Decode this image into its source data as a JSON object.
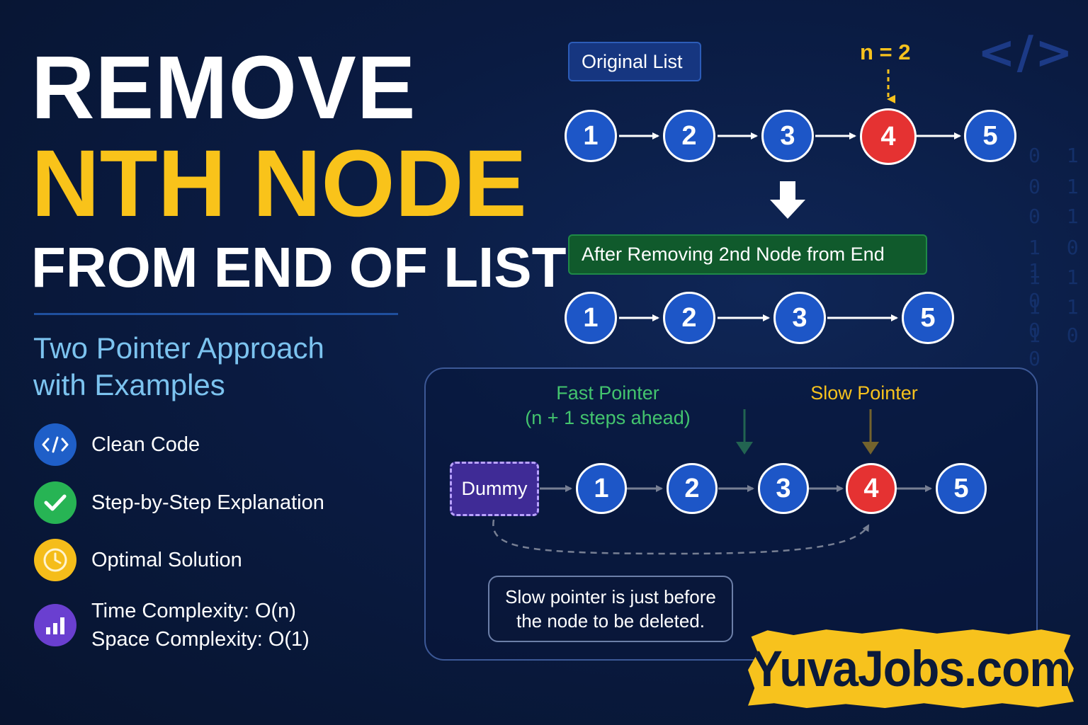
{
  "decor": {
    "code_glyph": "</>",
    "binary_rows": [
      "0 1",
      "0 1",
      "0 1",
      "1 0 1",
      "1 1 0",
      "1 1 0",
      "1 0 0"
    ]
  },
  "title": {
    "line1": "REMOVE",
    "line2": "NTH NODE",
    "line3": "FROM END OF LIST"
  },
  "subtitle": {
    "line1": "Two Pointer Approach",
    "line2": "with Examples"
  },
  "features": [
    {
      "icon": "code-icon",
      "color": "#1f5fc8",
      "lines": [
        "Clean Code"
      ]
    },
    {
      "icon": "checkmark-icon",
      "color": "#27b454",
      "lines": [
        "Step-by-Step Explanation"
      ]
    },
    {
      "icon": "clock-icon",
      "color": "#f5bd1a",
      "lines": [
        "Optimal Solution"
      ]
    },
    {
      "icon": "bar-chart-icon",
      "color": "#6a3fd0",
      "lines": [
        "Time Complexity: O(n)",
        "Space Complexity: O(1)"
      ]
    }
  ],
  "diagram": {
    "original_label": "Original List",
    "n_label": "n = 2",
    "original_nodes": [
      "1",
      "2",
      "3",
      "4",
      "5"
    ],
    "highlight_node": "4",
    "after_label": "After Removing 2nd Node from End",
    "after_nodes": [
      "1",
      "2",
      "3",
      "5"
    ]
  },
  "pointers": {
    "fast_label_line1": "Fast Pointer",
    "fast_label_line2": "(n + 1 steps ahead)",
    "slow_label": "Slow Pointer",
    "dummy_label": "Dummy",
    "nodes": [
      "1",
      "2",
      "3",
      "4",
      "5"
    ],
    "note_line1": "Slow pointer is just before",
    "note_line2": "the node to be deleted.",
    "fast_color": "#43c46e",
    "slow_color": "#f7c21d"
  },
  "brand": {
    "text": "YuvaJobs.com",
    "color": "#f7c21d"
  },
  "colors": {
    "node_blue": "#1d56c7",
    "node_red": "#e53232",
    "title_yellow": "#f9c31a",
    "subtitle_blue": "#7cc3ef"
  }
}
